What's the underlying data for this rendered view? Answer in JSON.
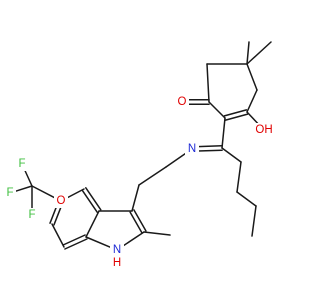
{
  "molecule": {
    "atom_labels": {
      "o_ketone": "O",
      "oh": "OH",
      "n_imine": "N",
      "o_ether": "O",
      "f1": "F",
      "f2": "F",
      "f3": "F",
      "n_indole": "N",
      "h_indole": "H"
    }
  }
}
